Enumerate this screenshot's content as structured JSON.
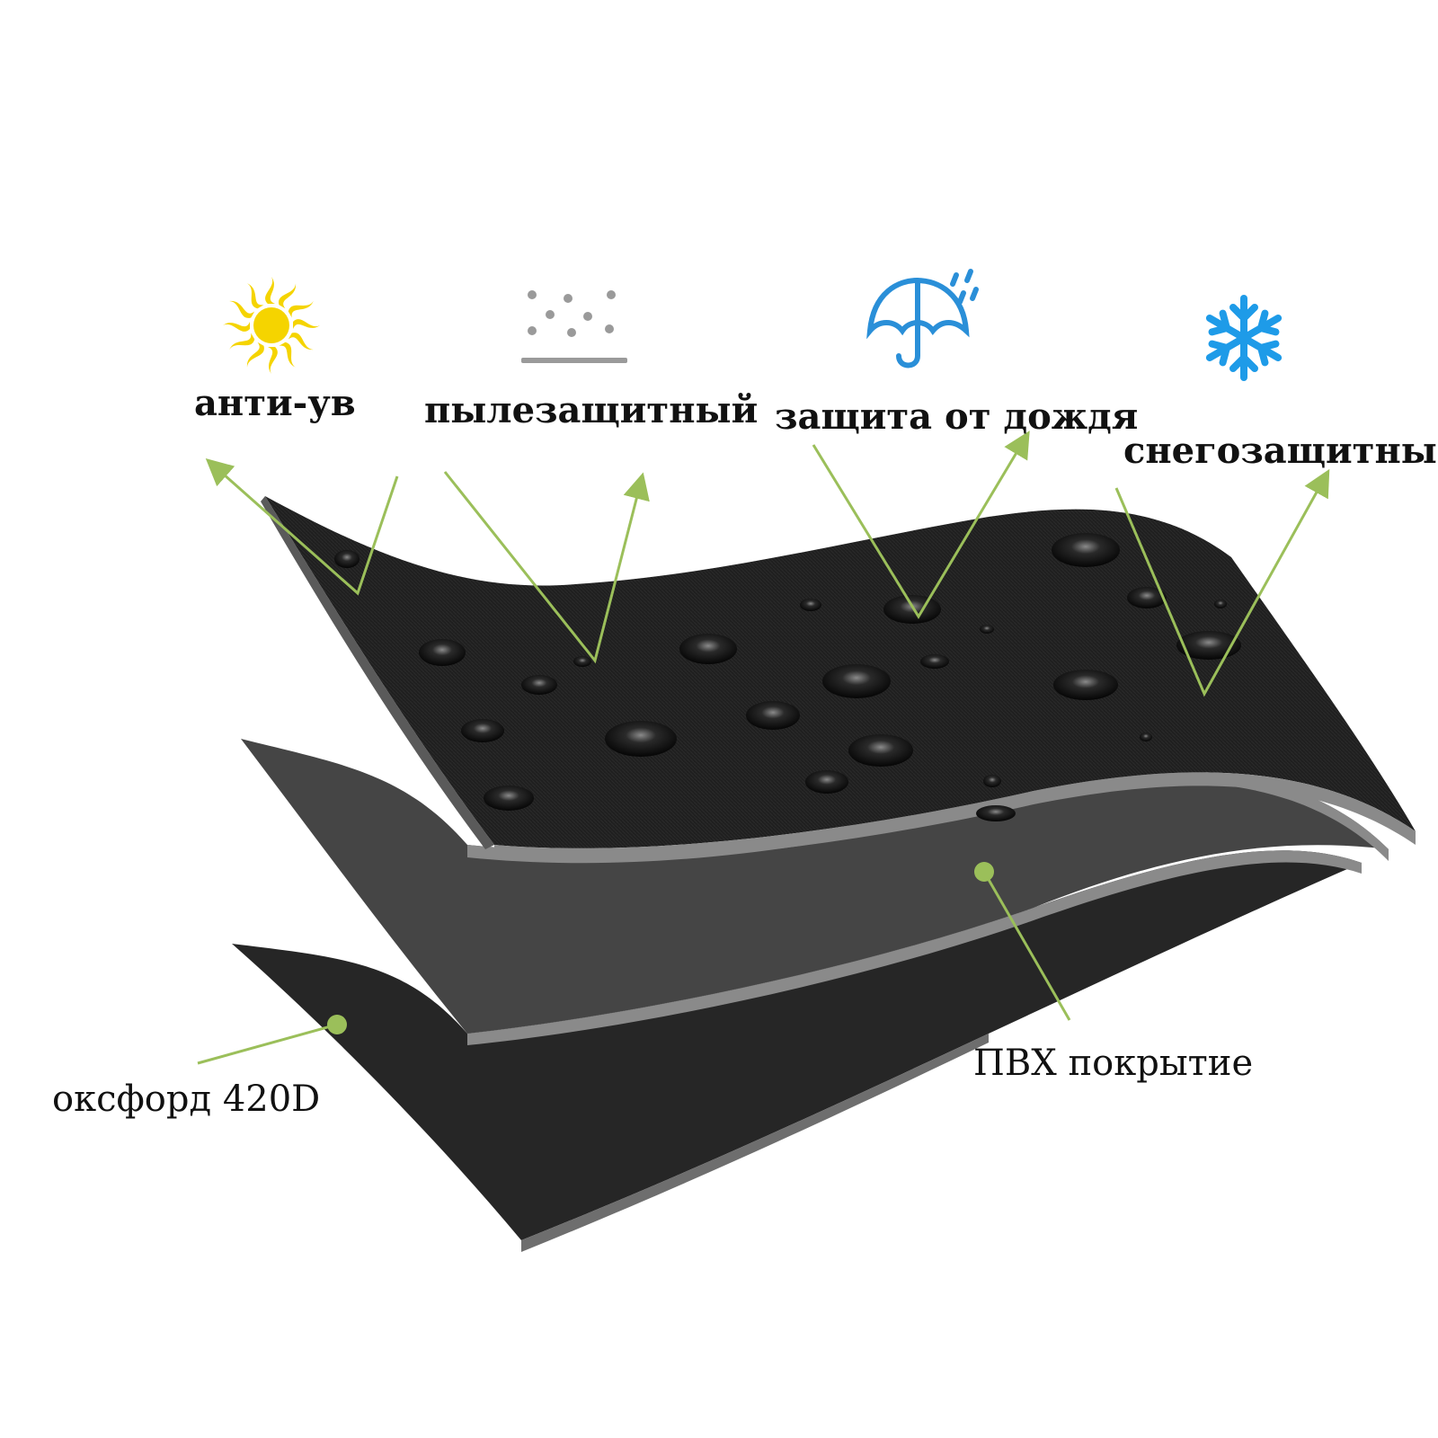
{
  "features": {
    "uv": {
      "label": "анти-ув",
      "icon": "sun-icon",
      "color": "#f5d400"
    },
    "dust": {
      "label": "пылезащитный",
      "icon": "dust-icon",
      "color": "#9a9a9a"
    },
    "rain": {
      "label": "защита от дождя",
      "icon": "umbrella-icon",
      "color": "#2a8fd8"
    },
    "snow": {
      "label": "снегозащитный",
      "icon": "snowflake-icon",
      "color": "#1e9be8"
    }
  },
  "layers": {
    "pvc": {
      "label": "ПВХ покрытие"
    },
    "oxford": {
      "label": "оксфорд 420D"
    }
  },
  "colors": {
    "arrow": "#9bbf5a",
    "top_fabric": "#1e1e1e",
    "middle_layer": "#454545",
    "bottom_layer": "#262626",
    "edge": "#8a8a8a"
  }
}
